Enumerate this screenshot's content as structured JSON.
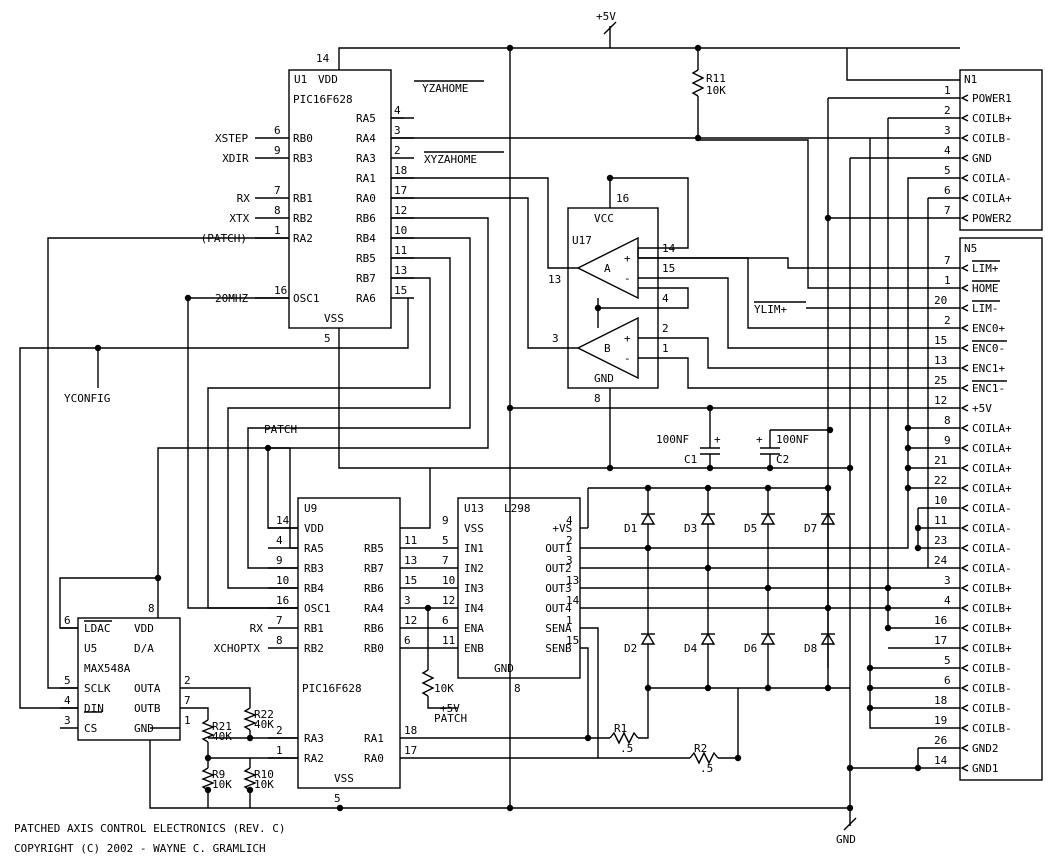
{
  "rails": {
    "vplus": "+5V",
    "gnd": "GND"
  },
  "r11": {
    "name": "R11",
    "value": "10K"
  },
  "u1": {
    "ref": "U1",
    "vdd": "VDD",
    "part": "PIC16F628",
    "vss": "VSS",
    "pin_vdd": "14",
    "pin_vss": "5",
    "left": [
      {
        "pin": "6",
        "name": "RB0",
        "net": "XSTEP"
      },
      {
        "pin": "9",
        "name": "RB3",
        "net": "XDIR"
      },
      {
        "pin": "7",
        "name": "RB1",
        "net": "RX"
      },
      {
        "pin": "8",
        "name": "RB2",
        "net": "XTX"
      },
      {
        "pin": "1",
        "name": "RA2",
        "net": "(PATCH)"
      },
      {
        "pin": "16",
        "name": "OSC1",
        "net": "20MHZ"
      }
    ],
    "right": [
      {
        "pin": "4",
        "name": "RA5"
      },
      {
        "pin": "3",
        "name": "RA4"
      },
      {
        "pin": "2",
        "name": "RA3"
      },
      {
        "pin": "18",
        "name": "RA1"
      },
      {
        "pin": "17",
        "name": "RA0"
      },
      {
        "pin": "12",
        "name": "RB6"
      },
      {
        "pin": "10",
        "name": "RB4"
      },
      {
        "pin": "11",
        "name": "RB5"
      },
      {
        "pin": "13",
        "name": "RB7"
      },
      {
        "pin": "15",
        "name": "RA6"
      }
    ],
    "net_ra5": "YZAHOME",
    "net_ra3": "XYZAHOME"
  },
  "yconfig": "YCONFIG",
  "u17": {
    "ref": "U17",
    "vcc": "VCC",
    "gnd": "GND",
    "a": "A",
    "b": "B",
    "p16": "16",
    "p8": "8",
    "p13": "13",
    "p14": "14",
    "p15": "15",
    "p4": "4",
    "p3": "3",
    "p2": "2",
    "p1": "1",
    "plus": "+",
    "minus": "-"
  },
  "ylim": "YLIM+",
  "caps": [
    {
      "ref": "C1",
      "value": "100NF"
    },
    {
      "ref": "C2",
      "value": "100NF"
    }
  ],
  "patch": "PATCH",
  "u9": {
    "ref": "U9",
    "part": "PIC16F628",
    "vss": "VSS",
    "pin_vss": "5",
    "left": [
      {
        "pin": "14",
        "name": "VDD"
      },
      {
        "pin": "4",
        "name": "RA5"
      },
      {
        "pin": "9",
        "name": "RB3"
      },
      {
        "pin": "10",
        "name": "RB4"
      },
      {
        "pin": "16",
        "name": "OSC1"
      },
      {
        "pin": "7",
        "name": "RB1",
        "net": "RX"
      },
      {
        "pin": "8",
        "name": "RB2",
        "net": "XCHOPTX"
      },
      {
        "pin": "2",
        "name": "RA3"
      },
      {
        "pin": "1",
        "name": "RA2"
      }
    ],
    "right": [
      {
        "pin": "11",
        "name": "RB5"
      },
      {
        "pin": "13",
        "name": "RB7"
      },
      {
        "pin": "15",
        "name": "RB6"
      },
      {
        "pin": "3",
        "name": "RA4"
      },
      {
        "pin": "12",
        "name": "RB6"
      },
      {
        "pin": "6",
        "name": "RB0"
      },
      {
        "pin": "18",
        "name": "RA1"
      },
      {
        "pin": "17",
        "name": "RA0"
      }
    ]
  },
  "u13": {
    "ref": "U13",
    "part": "L298",
    "gnd": "GND",
    "pin_gnd": "8",
    "left": [
      {
        "pin": "9",
        "name": "VSS"
      },
      {
        "pin": "5",
        "name": "IN1"
      },
      {
        "pin": "7",
        "name": "IN2"
      },
      {
        "pin": "10",
        "name": "IN3"
      },
      {
        "pin": "12",
        "name": "IN4"
      },
      {
        "pin": "6",
        "name": "ENA"
      },
      {
        "pin": "11",
        "name": "ENB"
      }
    ],
    "right": [
      {
        "pin": "4",
        "name": "+VS"
      },
      {
        "pin": "2",
        "name": "OUT1"
      },
      {
        "pin": "3",
        "name": "OUT2"
      },
      {
        "pin": "13",
        "name": "OUT3"
      },
      {
        "pin": "14",
        "name": "OUT4"
      },
      {
        "pin": "1",
        "name": "SENA"
      },
      {
        "pin": "15",
        "name": "SENB"
      }
    ],
    "left_nums": [
      "9",
      "5",
      "7",
      "10",
      "12",
      "6",
      "11"
    ]
  },
  "r_patch": {
    "value": "10K",
    "net": "+5V",
    "label": "PATCH"
  },
  "diodes": [
    "D1",
    "D3",
    "D5",
    "D7",
    "D2",
    "D4",
    "D6",
    "D8"
  ],
  "r1": {
    "name": "R1",
    "value": ".5"
  },
  "r2": {
    "name": "R2",
    "value": ".5"
  },
  "u5": {
    "pin_ldac": "6",
    "pin_vdd": "8",
    "rows": [
      {
        "pin": "6",
        "l": "LDAC",
        "r": "VDD"
      },
      {
        "pin": "",
        "l": "U5",
        "r": "D/A"
      },
      {
        "pin": "",
        "l": "MAX548A",
        "r": ""
      },
      {
        "pin": "5",
        "l": "SCLK",
        "r": "OUTA",
        "rpin": "2"
      },
      {
        "pin": "4",
        "l": "DIN",
        "r": "OUTB",
        "rpin": "7"
      },
      {
        "pin": "3",
        "l": "CS",
        "r": "GND",
        "rpin": "1"
      }
    ]
  },
  "res_small": [
    {
      "name": "R22",
      "value": "40K"
    },
    {
      "name": "R21",
      "value": "40K"
    },
    {
      "name": "R9",
      "value": "10K"
    },
    {
      "name": "R10",
      "value": "10K"
    }
  ],
  "n1": {
    "ref": "N1",
    "pins": [
      {
        "pin": "1",
        "name": "POWER1"
      },
      {
        "pin": "2",
        "name": "COILB+"
      },
      {
        "pin": "3",
        "name": "COILB-"
      },
      {
        "pin": "4",
        "name": "GND"
      },
      {
        "pin": "5",
        "name": "COILA-"
      },
      {
        "pin": "6",
        "name": "COILA+"
      },
      {
        "pin": "7",
        "name": "POWER2"
      }
    ]
  },
  "n5": {
    "ref": "N5",
    "pins": [
      {
        "pin": "7",
        "name": "LIM+"
      },
      {
        "pin": "1",
        "name": "HOME"
      },
      {
        "pin": "20",
        "name": "LIM-"
      },
      {
        "pin": "2",
        "name": "ENC0+"
      },
      {
        "pin": "15",
        "name": "ENC0-"
      },
      {
        "pin": "13",
        "name": "ENC1+"
      },
      {
        "pin": "25",
        "name": "ENC1-"
      },
      {
        "pin": "12",
        "name": "+5V"
      },
      {
        "pin": "8",
        "name": "COILA+"
      },
      {
        "pin": "9",
        "name": "COILA+"
      },
      {
        "pin": "21",
        "name": "COILA+"
      },
      {
        "pin": "22",
        "name": "COILA+"
      },
      {
        "pin": "10",
        "name": "COILA-"
      },
      {
        "pin": "11",
        "name": "COILA-"
      },
      {
        "pin": "23",
        "name": "COILA-"
      },
      {
        "pin": "24",
        "name": "COILA-"
      },
      {
        "pin": "3",
        "name": "COILB+"
      },
      {
        "pin": "4",
        "name": "COILB+"
      },
      {
        "pin": "16",
        "name": "COILB+"
      },
      {
        "pin": "17",
        "name": "COILB+"
      },
      {
        "pin": "5",
        "name": "COILB-"
      },
      {
        "pin": "6",
        "name": "COILB-"
      },
      {
        "pin": "18",
        "name": "COILB-"
      },
      {
        "pin": "19",
        "name": "COILB-"
      },
      {
        "pin": "26",
        "name": "GND2"
      },
      {
        "pin": "14",
        "name": "GND1"
      }
    ]
  },
  "footer": {
    "line1": "PATCHED AXIS CONTROL ELECTRONICS (REV. C)",
    "line2": "COPYRIGHT (C) 2002 - WAYNE C. GRAMLICH"
  }
}
